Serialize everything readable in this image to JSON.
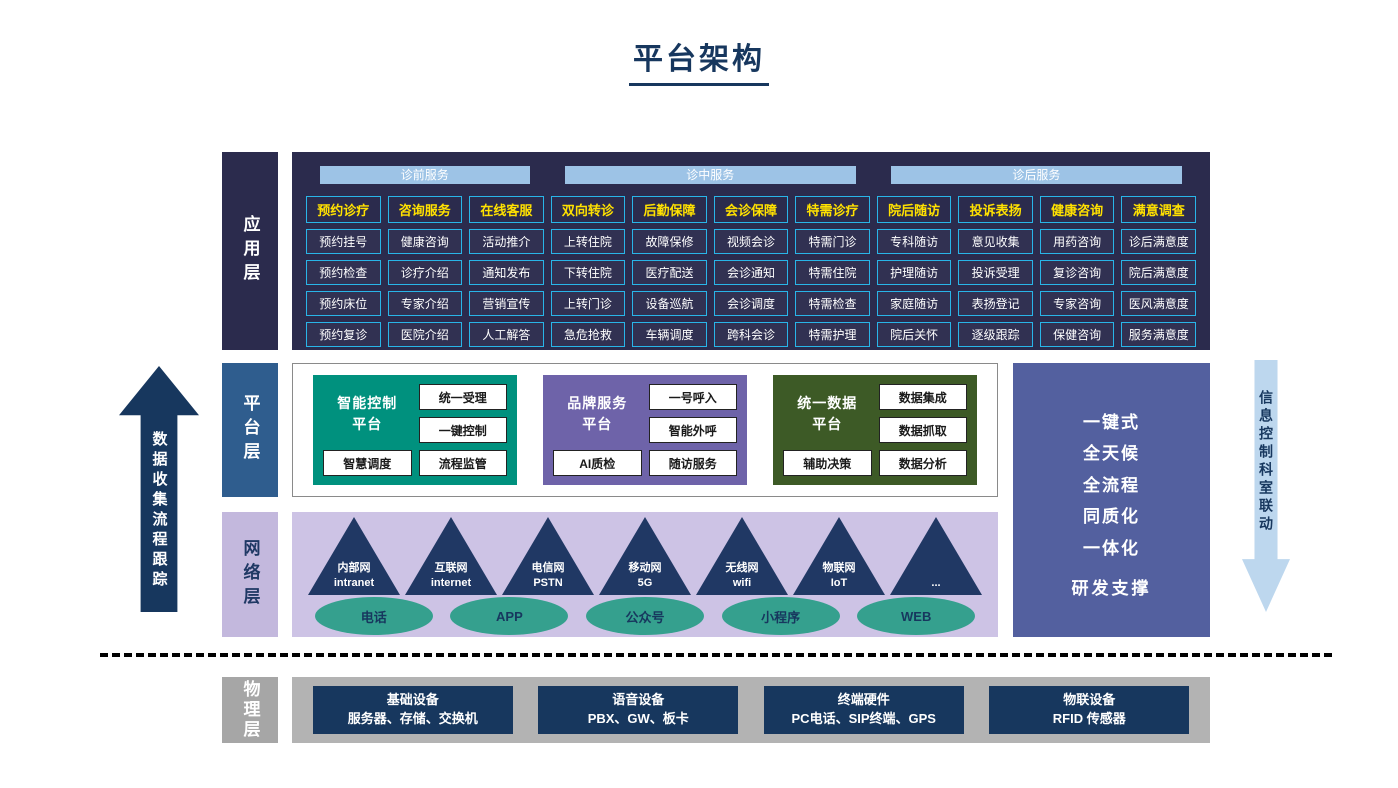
{
  "title": "平台架构",
  "arrows": {
    "left": "数据收集流程跟踪",
    "right": "信息控制科室联动"
  },
  "app_layer": {
    "label": "应用层",
    "groups": [
      {
        "label": "诊前服务",
        "span": 3
      },
      {
        "label": "诊中服务",
        "span": 4
      },
      {
        "label": "诊后服务",
        "span": 4
      }
    ],
    "columns": [
      {
        "header": "预约诊疗",
        "items": [
          "预约挂号",
          "预约检查",
          "预约床位",
          "预约复诊"
        ]
      },
      {
        "header": "咨询服务",
        "items": [
          "健康咨询",
          "诊疗介绍",
          "专家介绍",
          "医院介绍"
        ]
      },
      {
        "header": "在线客服",
        "items": [
          "活动推介",
          "通知发布",
          "营销宣传",
          "人工解答"
        ]
      },
      {
        "header": "双向转诊",
        "items": [
          "上转住院",
          "下转住院",
          "上转门诊",
          "急危抢救"
        ]
      },
      {
        "header": "后勤保障",
        "items": [
          "故障保修",
          "医疗配送",
          "设备巡航",
          "车辆调度"
        ]
      },
      {
        "header": "会诊保障",
        "items": [
          "视频会诊",
          "会诊通知",
          "会诊调度",
          "跨科会诊"
        ]
      },
      {
        "header": "特需诊疗",
        "items": [
          "特需门诊",
          "特需住院",
          "特需检查",
          "特需护理"
        ]
      },
      {
        "header": "院后随访",
        "items": [
          "专科随访",
          "护理随访",
          "家庭随访",
          "院后关怀"
        ]
      },
      {
        "header": "投诉表扬",
        "items": [
          "意见收集",
          "投诉受理",
          "表扬登记",
          "逐级跟踪"
        ]
      },
      {
        "header": "健康咨询",
        "items": [
          "用药咨询",
          "复诊咨询",
          "专家咨询",
          "保健咨询"
        ]
      },
      {
        "header": "满意调查",
        "items": [
          "诊后满意度",
          "院后满意度",
          "医风满意度",
          "服务满意度"
        ]
      }
    ]
  },
  "platform_layer": {
    "label": "平台层",
    "platforms": [
      {
        "name": "智能控制\n平台",
        "color": "#00917e",
        "top_items": [
          "统一受理",
          "一键控制"
        ],
        "bottom_items": [
          "智慧调度",
          "流程监管"
        ]
      },
      {
        "name": "品牌服务\n平台",
        "color": "#6e63a9",
        "top_items": [
          "一号呼入",
          "智能外呼"
        ],
        "bottom_items": [
          "AI质检",
          "随访服务"
        ]
      },
      {
        "name": "统一数据\n平台",
        "color": "#3d5a26",
        "top_items": [
          "数据集成",
          "数据抓取"
        ],
        "bottom_items": [
          "辅助决策",
          "数据分析"
        ]
      }
    ]
  },
  "side_panel": {
    "top": "一键式\n全天候\n全流程\n同质化\n一体化",
    "bottom": "研发支撑"
  },
  "network_layer": {
    "label": "网络层",
    "nodes": [
      "内部网\nintranet",
      "互联网\ninternet",
      "电信网\nPSTN",
      "移动网\n5G",
      "无线网\nwifi",
      "物联网\nIoT",
      "..."
    ],
    "channels": [
      "电话",
      "APP",
      "公众号",
      "小程序",
      "WEB"
    ]
  },
  "physical_layer": {
    "label": "物理层",
    "devices": [
      {
        "title": "基础设备",
        "detail": "服务器、存储、交换机"
      },
      {
        "title": "语音设备",
        "detail": "PBX、GW、板卡"
      },
      {
        "title": "终端硬件",
        "detail": "PC电话、SIP终端、GPS"
      },
      {
        "title": "物联设备",
        "detail": "RFID 传感器"
      }
    ]
  },
  "colors": {
    "title-color": "#17375e",
    "app-bg": "#2b2b4d",
    "group-bar": "#9dc3e6",
    "column-header-text": "#ffe100",
    "item-border": "#29b5e8",
    "platform-label-bg": "#2f5d8e",
    "network-label-bg": "#c3b8dd",
    "network-bg": "#cdc3e5",
    "triangle": "#203864",
    "ellipse": "#35a08e",
    "side-panel-bg": "#53609f",
    "physical-label-bg": "#a6a6a6",
    "physical-bg": "#b3b3b3",
    "device-bg": "#17375e",
    "left-arrow": "#17375e",
    "right-arrow": "#bdd7ee"
  }
}
